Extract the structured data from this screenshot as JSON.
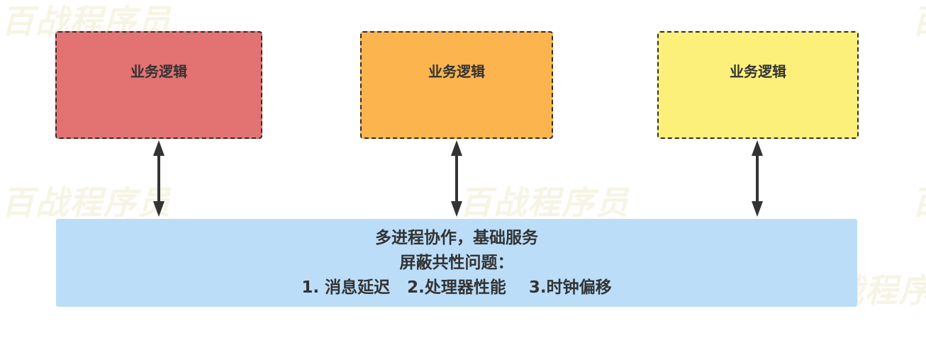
{
  "watermark": {
    "text": "百战程序员"
  },
  "logic_boxes": [
    {
      "label": "业务逻辑",
      "fill": "#e37272"
    },
    {
      "label": "业务逻辑",
      "fill": "#fcb44e"
    },
    {
      "label": "业务逻辑",
      "fill": "#fdf07a"
    }
  ],
  "base_box": {
    "fill": "#bbddf8",
    "line1": "多进程协作，基础服务",
    "line2": "屏蔽共性问题：",
    "line3": "1. 消息延迟   2.处理器性能    3.时钟偏移"
  },
  "colors": {
    "border": "#2e2e2e",
    "arrow": "#333333",
    "text": "#333333"
  },
  "arrows": {
    "direction": "bidirectional",
    "count": 3
  }
}
